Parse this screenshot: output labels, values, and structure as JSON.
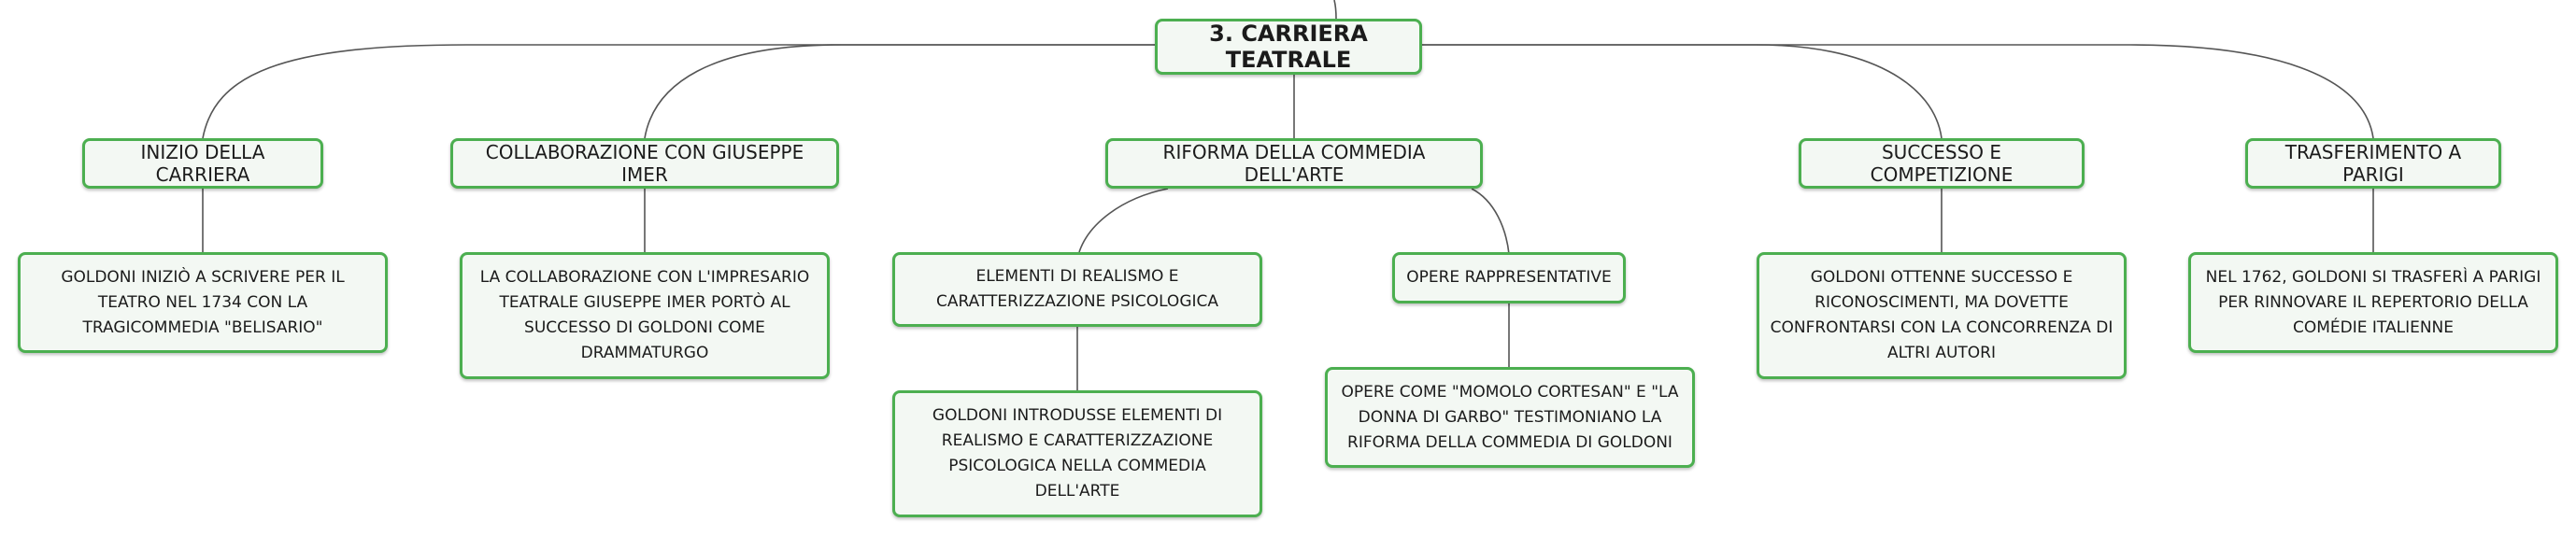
{
  "root": {
    "label": "3. CARRIERA TEATRALE"
  },
  "branches": [
    {
      "label": "INIZIO DELLA CARRIERA",
      "children": [
        {
          "label": "GOLDONI INIZIÒ A SCRIVERE PER IL TEATRO NEL 1734 CON LA TRAGICOMMEDIA \"BELISARIO\""
        }
      ]
    },
    {
      "label": "COLLABORAZIONE CON GIUSEPPE IMER",
      "children": [
        {
          "label": "LA COLLABORAZIONE CON L'IMPRESARIO TEATRALE GIUSEPPE IMER PORTÒ AL SUCCESSO DI GOLDONI COME DRAMMATURGO"
        }
      ]
    },
    {
      "label": "RIFORMA DELLA COMMEDIA DELL'ARTE",
      "children": [
        {
          "label": "ELEMENTI DI REALISMO E CARATTERIZZAZIONE PSICOLOGICA",
          "children": [
            {
              "label": "GOLDONI INTRODUSSE ELEMENTI DI REALISMO E CARATTERIZZAZIONE PSICOLOGICA NELLA COMMEDIA DELL'ARTE"
            }
          ]
        },
        {
          "label": "OPERE RAPPRESENTATIVE",
          "children": [
            {
              "label": "OPERE COME \"MOMOLO CORTESAN\" E \"LA DONNA DI GARBO\" TESTIMONIANO LA RIFORMA DELLA COMMEDIA DI GOLDONI"
            }
          ]
        }
      ]
    },
    {
      "label": "SUCCESSO E COMPETIZIONE",
      "children": [
        {
          "label": "GOLDONI OTTENNE SUCCESSO E RICONOSCIMENTI, MA DOVETTE CONFRONTARSI CON LA CONCORRENZA DI ALTRI AUTORI"
        }
      ]
    },
    {
      "label": "TRASFERIMENTO A PARIGI",
      "children": [
        {
          "label": "NEL 1762, GOLDONI SI TRASFERÌ A PARIGI PER RINNOVARE IL REPERTORIO DELLA COMÉDIE ITALIENNE"
        }
      ]
    }
  ]
}
